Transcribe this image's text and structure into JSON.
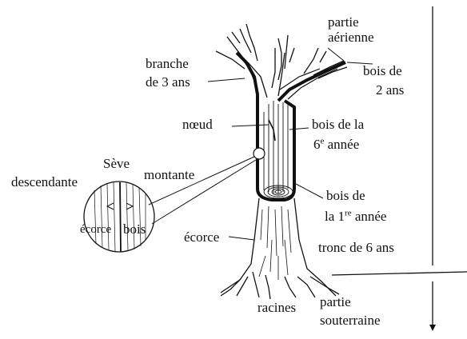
{
  "labels": {
    "partie_aerienne_1": "partie",
    "partie_aerienne_2": "aérienne",
    "branche_1": "branche",
    "branche_2": "de 3 ans",
    "bois2_1": "bois de",
    "bois2_2": "2 ans",
    "noeud": "nœud",
    "bois6_1": "bois de la",
    "bois6_2_num": "6",
    "bois6_2_sup": "e",
    "bois6_2_rest": " année",
    "seve": "Sève",
    "descendante": "descendante",
    "montante": "montante",
    "ecorce_inset": "écorce",
    "bois_inset": "bois",
    "bois1_1": "bois de",
    "bois1_2_pre": "la 1",
    "bois1_2_sup": "re",
    "bois1_2_rest": " année",
    "ecorce": "écorce",
    "tronc": "tronc de 6 ans",
    "racines": "racines",
    "partie_souterraine_1": "partie",
    "partie_souterraine_2": "souterraine"
  },
  "colors": {
    "ink": "#111111",
    "background": "#ffffff"
  }
}
